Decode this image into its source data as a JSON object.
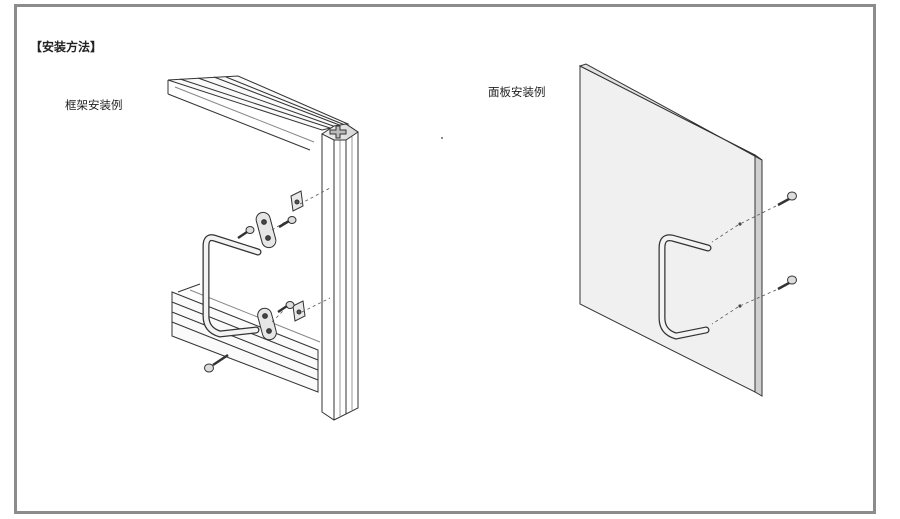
{
  "heading": "【安装方法】",
  "frame_example": {
    "label": "框架安装例"
  },
  "panel_example": {
    "label": "面板安装例"
  }
}
